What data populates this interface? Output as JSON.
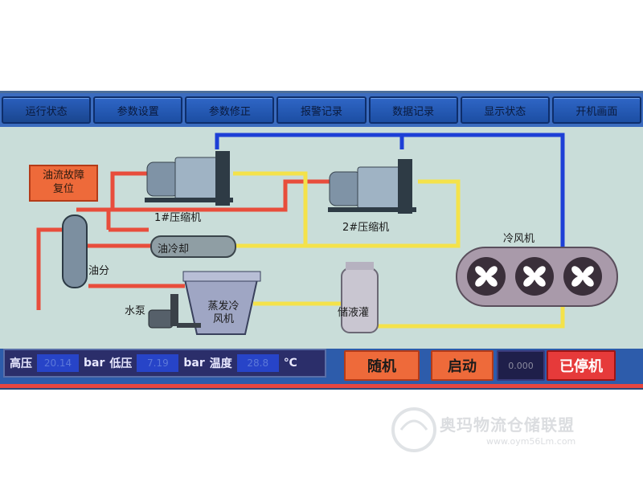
{
  "tabs": [
    {
      "label": "运行状态"
    },
    {
      "label": "参数设置"
    },
    {
      "label": "参数修正"
    },
    {
      "label": "报警记录"
    },
    {
      "label": "数据记录"
    },
    {
      "label": "显示状态"
    },
    {
      "label": "开机画面"
    }
  ],
  "alarm_reset": {
    "line1": "油流故障",
    "line2": "复位"
  },
  "components": {
    "compressor1": "1#压缩机",
    "compressor2": "2#压缩机",
    "oil_separator": "油分",
    "oil_cooler": "油冷却",
    "water_pump": "水泵",
    "evap_condenser": "蒸发冷风机",
    "receiver": "储液灌",
    "air_cooler": "冷风机"
  },
  "status": {
    "high_label": "高压",
    "high_value": "20.14",
    "unit1": "bar",
    "low_label": "低压",
    "low_value": "7.19",
    "unit2": "bar",
    "temp_label": "温度",
    "temp_value": "28.8",
    "temp_unit": "℃"
  },
  "buttons": {
    "mode": "随机",
    "start": "启动",
    "run_state": "0.000",
    "stopped": "已停机"
  },
  "watermark": {
    "title": "奥玛物流仓储联盟",
    "url": "www.oym56Lm.com"
  },
  "colors": {
    "hot_gas": "#e84d3c",
    "liquid": "#f4e24a",
    "suction": "#1d3fd6",
    "panel_bg": "#c9ddd9",
    "tab_bg": "#2f66c6"
  }
}
